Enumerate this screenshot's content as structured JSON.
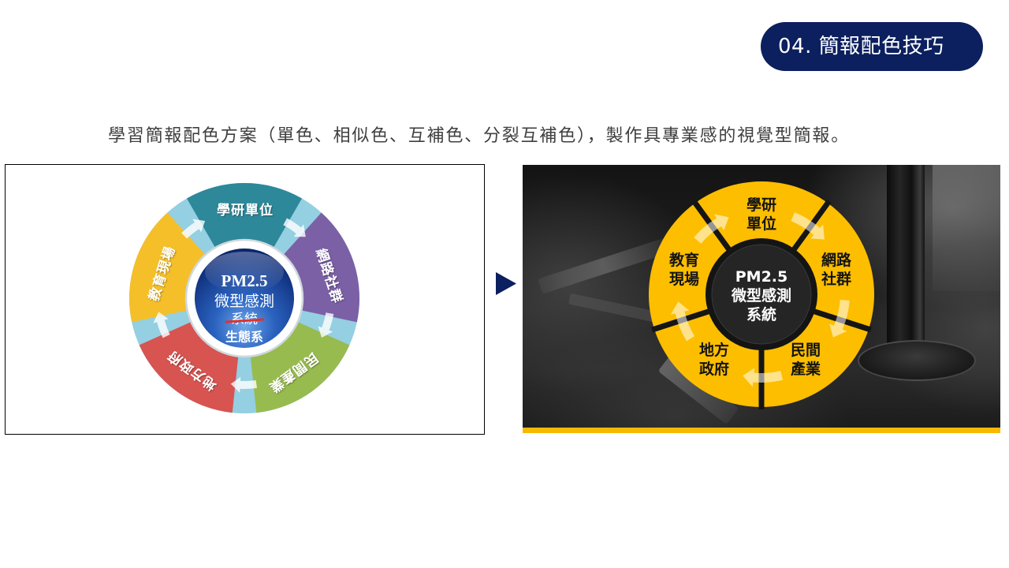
{
  "header": {
    "badge_text": "04. 簡報配色技巧",
    "badge_color": "#0c1f5e"
  },
  "intro": {
    "text": "學習簡報配色方案（單色、相似色、互補色、分裂互補色），製作具專業感的視覺型簡報。"
  },
  "before_diagram": {
    "center": {
      "title": "PM2.5",
      "line1": "微型感測",
      "struck_text": "系統",
      "replacement_text": "生態系"
    },
    "segments": [
      {
        "label": "學研單位",
        "color": "#2d8899"
      },
      {
        "label": "網路社群",
        "color": "#7b60a6"
      },
      {
        "label": "民間產業",
        "color": "#98bb50"
      },
      {
        "label": "地方政府",
        "color": "#d75451"
      },
      {
        "label": "教育現場",
        "color": "#f5bf2a"
      }
    ],
    "gap_color": "#94cfe2",
    "strike_color": "#e0312f",
    "flow_arrow_icon": "curved-arrow-icon"
  },
  "transition_icon": "triangle-right-icon",
  "transition_color": "#0c1f5e",
  "after_diagram": {
    "center": {
      "lines": [
        "PM2.5",
        "微型感測",
        "系統"
      ]
    },
    "segments": [
      {
        "lines": [
          "學研",
          "單位"
        ]
      },
      {
        "lines": [
          "網路",
          "社群"
        ]
      },
      {
        "lines": [
          "民間",
          "產業"
        ]
      },
      {
        "lines": [
          "地方",
          "政府"
        ]
      },
      {
        "lines": [
          "教育",
          "現場"
        ]
      }
    ],
    "ring_color": "#fdbe00",
    "divider_color": "#151515",
    "accent_bar_color": "#f6b900",
    "flow_arrow_icon": "curved-arrow-icon"
  }
}
